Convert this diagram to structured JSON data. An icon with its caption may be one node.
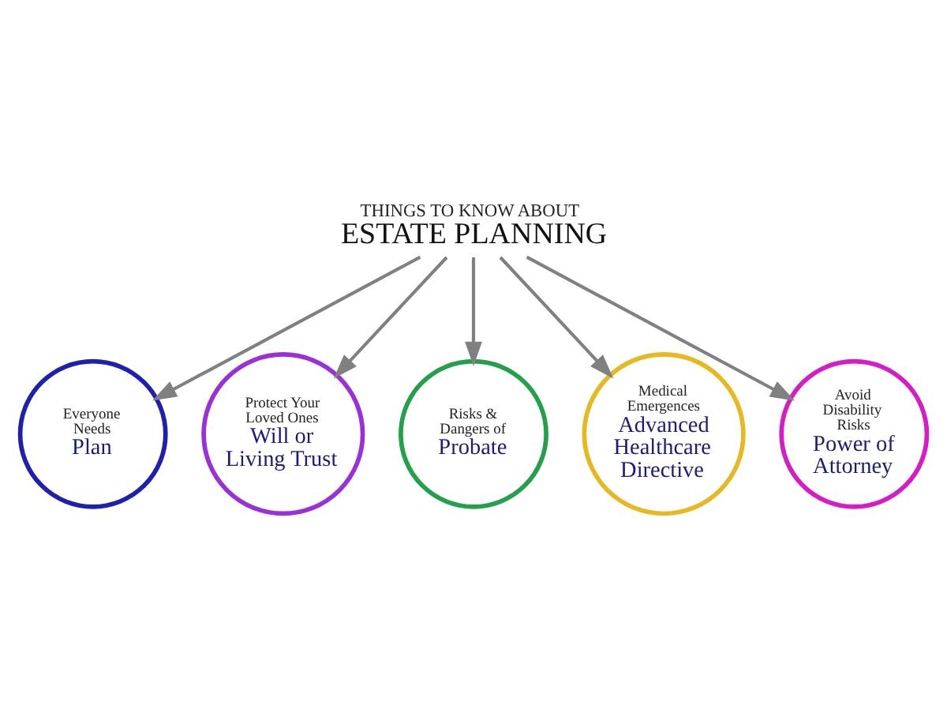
{
  "diagram": {
    "nodes": [
      {
        "text": [
          "THINGS TO KNOW ABOUT",
          "ESTATE PLANNING"
        ]
      },
      {
        "text": [
          "Everyone Needs",
          "Plan"
        ]
      },
      {
        "text": [
          "Protect Your Loved Ones",
          "Will or Living Trust"
        ]
      },
      {
        "text": [
          "Risks & Dangers of",
          "Probate"
        ]
      },
      {
        "text": [
          "Medical Emergences",
          "Advanced Healthcare Directive"
        ]
      },
      {
        "text": [
          "Avoid Disability Risks",
          "Power of Attorney"
        ]
      }
    ],
    "edges": [
      {
        "from": 0,
        "to": 1,
        "arrow": "to"
      },
      {
        "from": 0,
        "to": 2,
        "arrow": "to"
      },
      {
        "from": 0,
        "to": 3,
        "arrow": "to"
      },
      {
        "from": 0,
        "to": 4,
        "arrow": "to"
      },
      {
        "from": 0,
        "to": 5,
        "arrow": "to"
      }
    ]
  }
}
